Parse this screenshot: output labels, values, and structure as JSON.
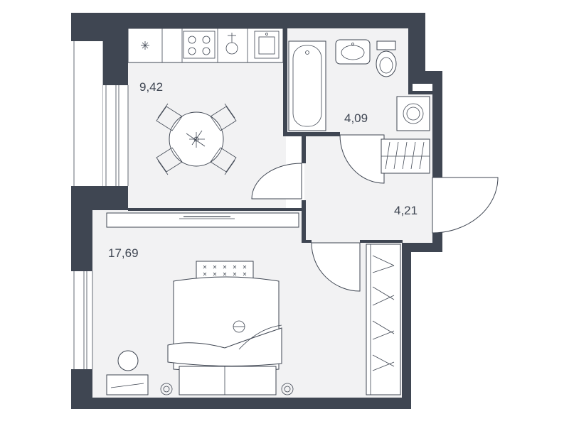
{
  "floor_plan": {
    "rooms": [
      {
        "id": "kitchen",
        "area_label": "9,42"
      },
      {
        "id": "bathroom",
        "area_label": "4,09"
      },
      {
        "id": "hallway",
        "area_label": "4,21"
      },
      {
        "id": "living_room",
        "area_label": "17,69"
      }
    ],
    "colors": {
      "wall": "#3f4652",
      "floor": "#f2f2f3",
      "background": "#ffffff"
    }
  }
}
